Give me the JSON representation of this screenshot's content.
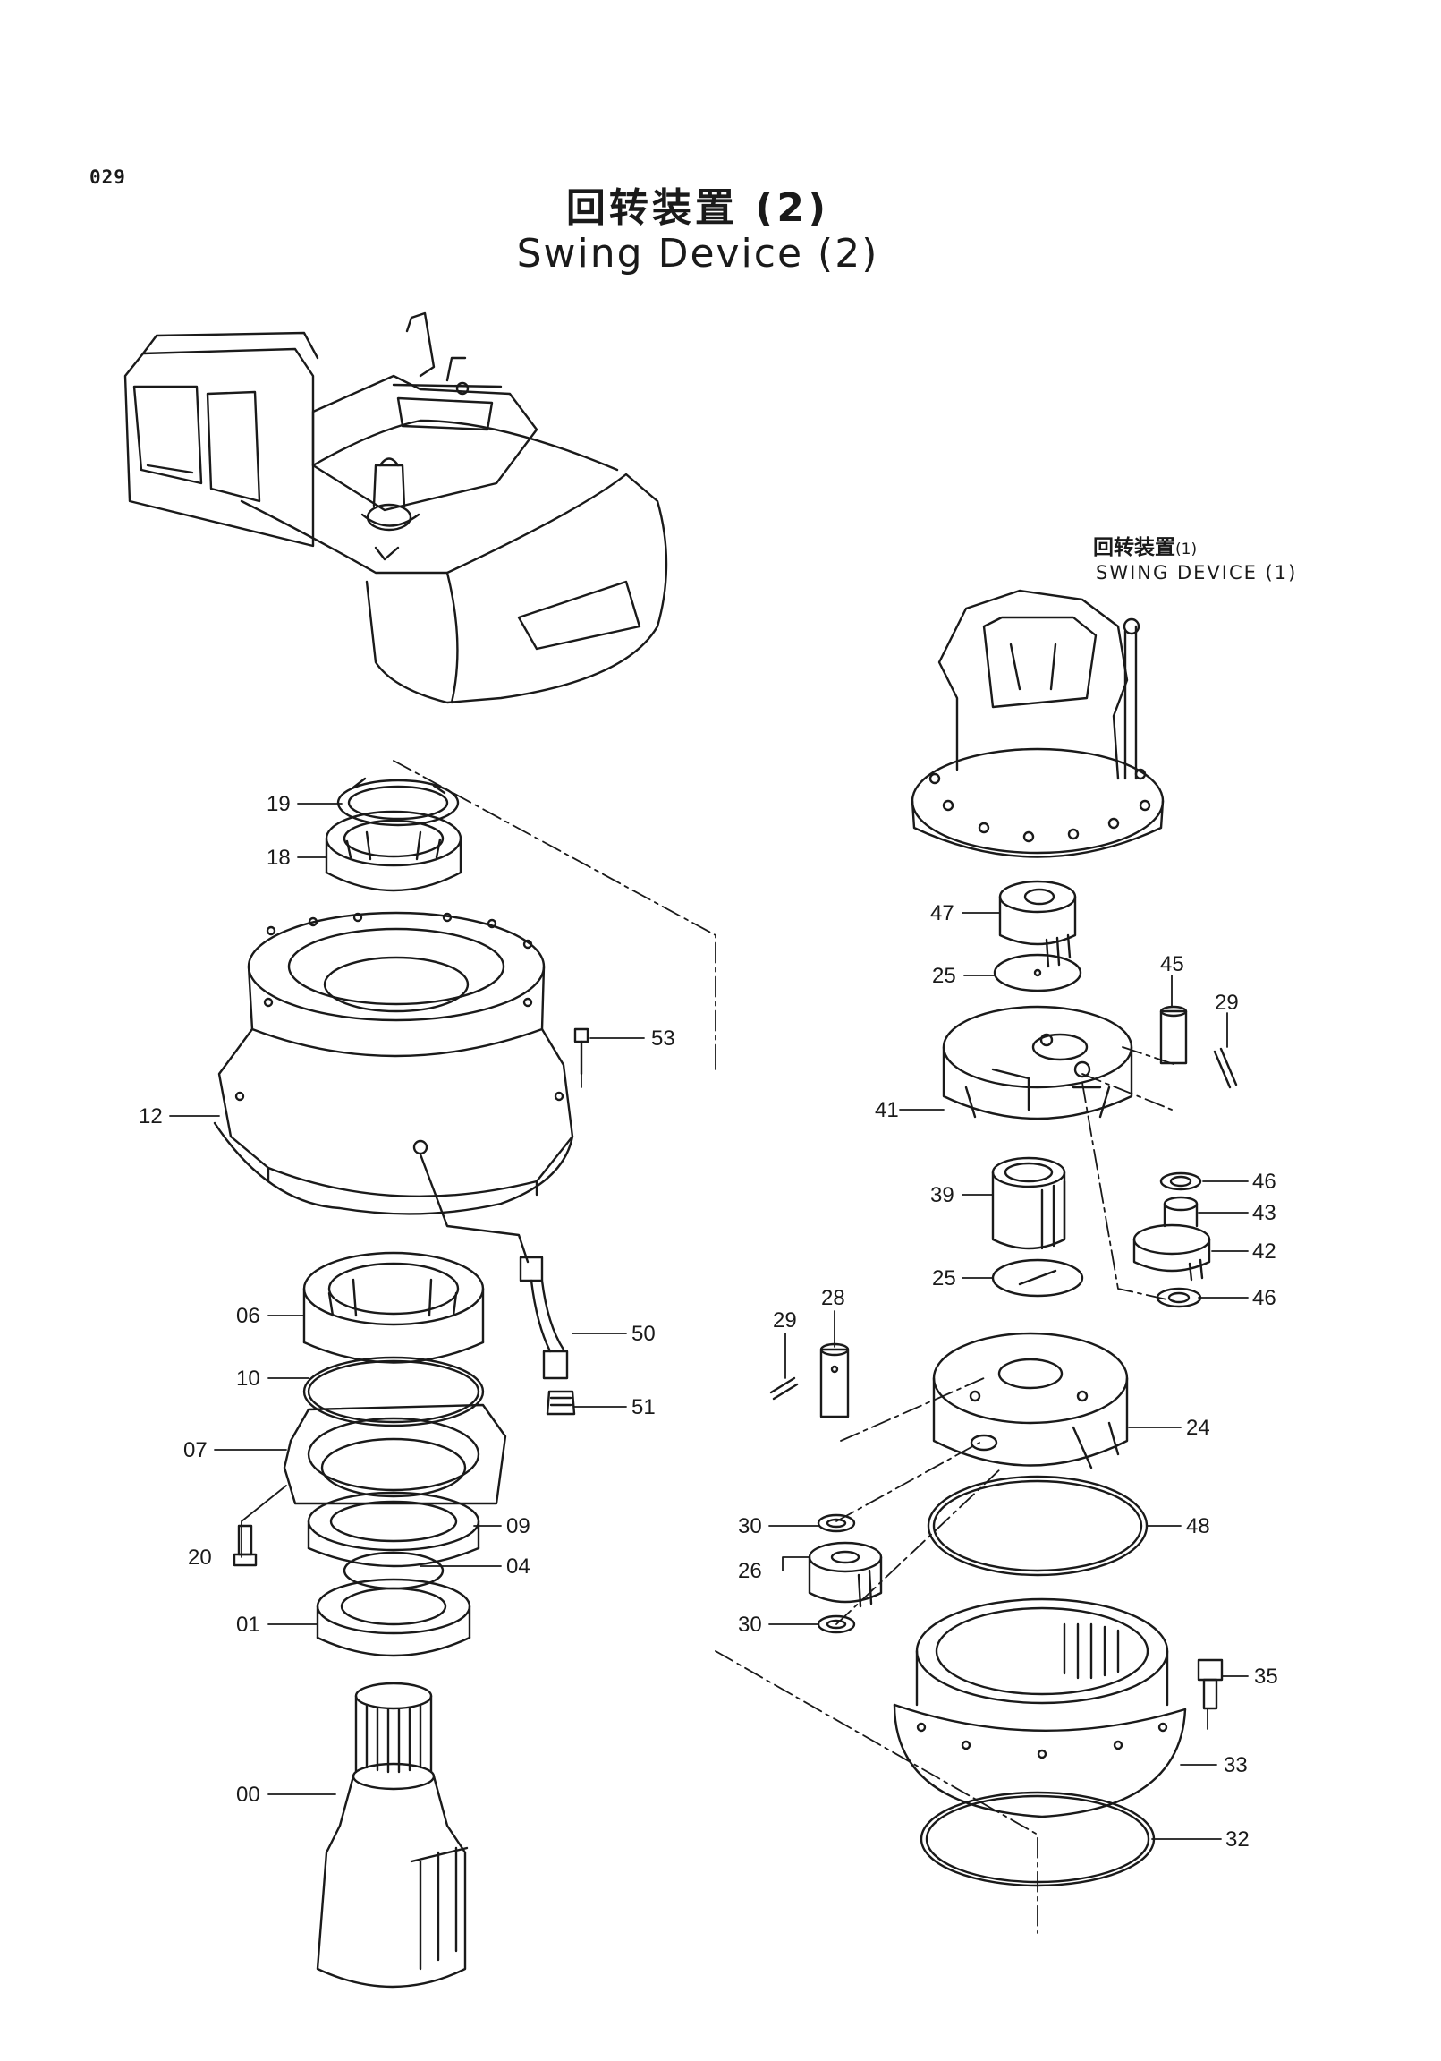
{
  "page": {
    "number": "029",
    "title_jp": "回转装置 (2)",
    "title_en": "Swing Device (2)"
  },
  "reference": {
    "label_jp": "回转装置",
    "label_jp_suffix": "(1)",
    "label_en": "SWING DEVICE (1)"
  },
  "callouts": {
    "p19": "19",
    "p18": "18",
    "p12": "12",
    "p53": "53",
    "p06": "06",
    "p10": "10",
    "p07": "07",
    "p20": "20",
    "p09": "09",
    "p04": "04",
    "p01": "01",
    "p00": "00",
    "p50": "50",
    "p51": "51",
    "p47": "47",
    "p25a": "25",
    "p45": "45",
    "p29a": "29",
    "p41": "41",
    "p46a": "46",
    "p43": "43",
    "p39": "39",
    "p42": "42",
    "p25b": "25",
    "p46b": "46",
    "p28": "28",
    "p29b": "29",
    "p24": "24",
    "p30a": "30",
    "p48": "48",
    "p26": "26",
    "p30b": "30",
    "p35": "35",
    "p33": "33",
    "p32": "32"
  }
}
